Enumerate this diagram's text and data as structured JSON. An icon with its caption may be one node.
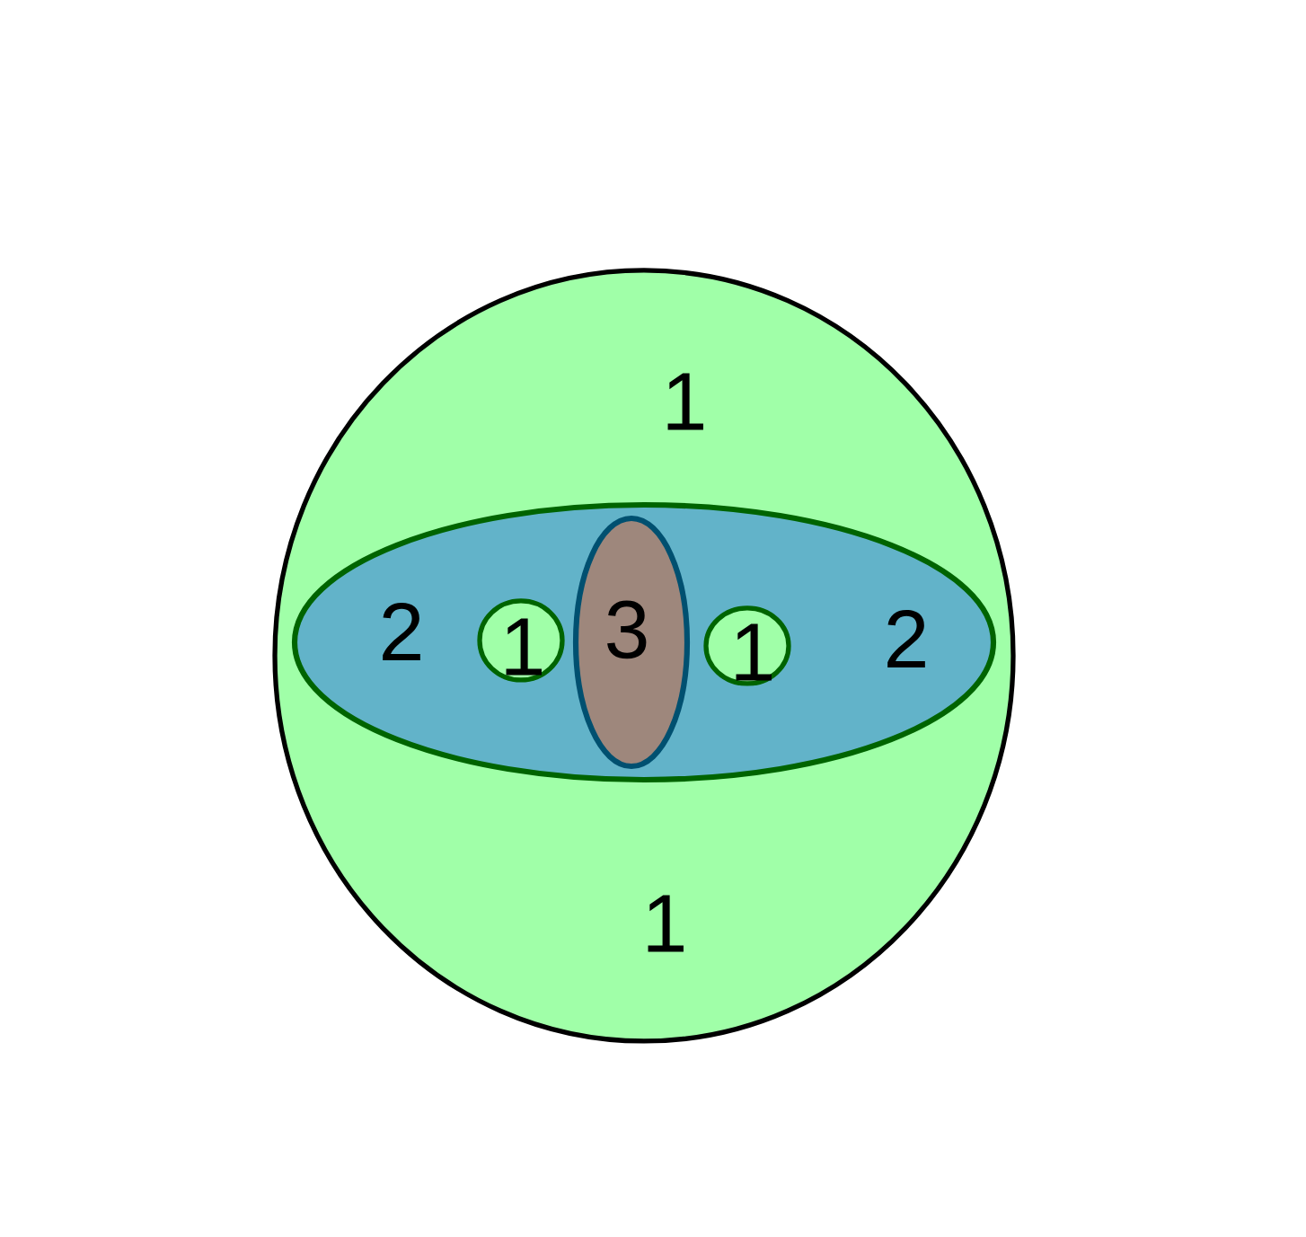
{
  "diagram": {
    "nodes": [
      {
        "text": [
          "1",
          "1"
        ]
      },
      {
        "text": [
          "2",
          "2"
        ],
        "in": 0
      },
      {
        "text": [
          "1"
        ],
        "in": 1
      },
      {
        "text": [
          "3"
        ],
        "in": 1
      },
      {
        "text": [
          "1"
        ],
        "in": 1
      }
    ]
  }
}
